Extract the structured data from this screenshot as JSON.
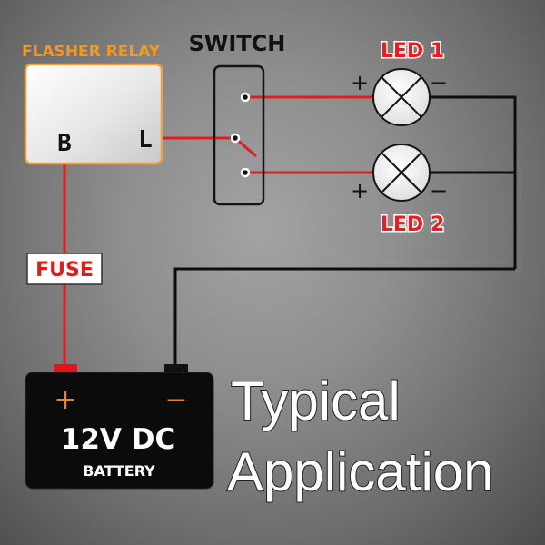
{
  "components": {
    "relay": {
      "title": "FLASHER RELAY",
      "terminal_b": "B",
      "terminal_l": "L"
    },
    "switch": {
      "title": "SWITCH"
    },
    "led1": {
      "label": "LED 1",
      "plus": "+",
      "minus": "−"
    },
    "led2": {
      "label": "LED 2",
      "plus": "+",
      "minus": "−"
    },
    "fuse": {
      "label": "FUSE"
    },
    "battery": {
      "voltage": "12V DC",
      "label": "BATTERY",
      "plus": "+",
      "minus": "−"
    }
  },
  "caption": {
    "line1": "Typical",
    "line2": "Application"
  },
  "colors": {
    "wire_positive": "#e21d1d",
    "wire_negative": "#0d0d0d",
    "relay_title": "#f39a1e",
    "led_label": "#ee1c1c"
  }
}
